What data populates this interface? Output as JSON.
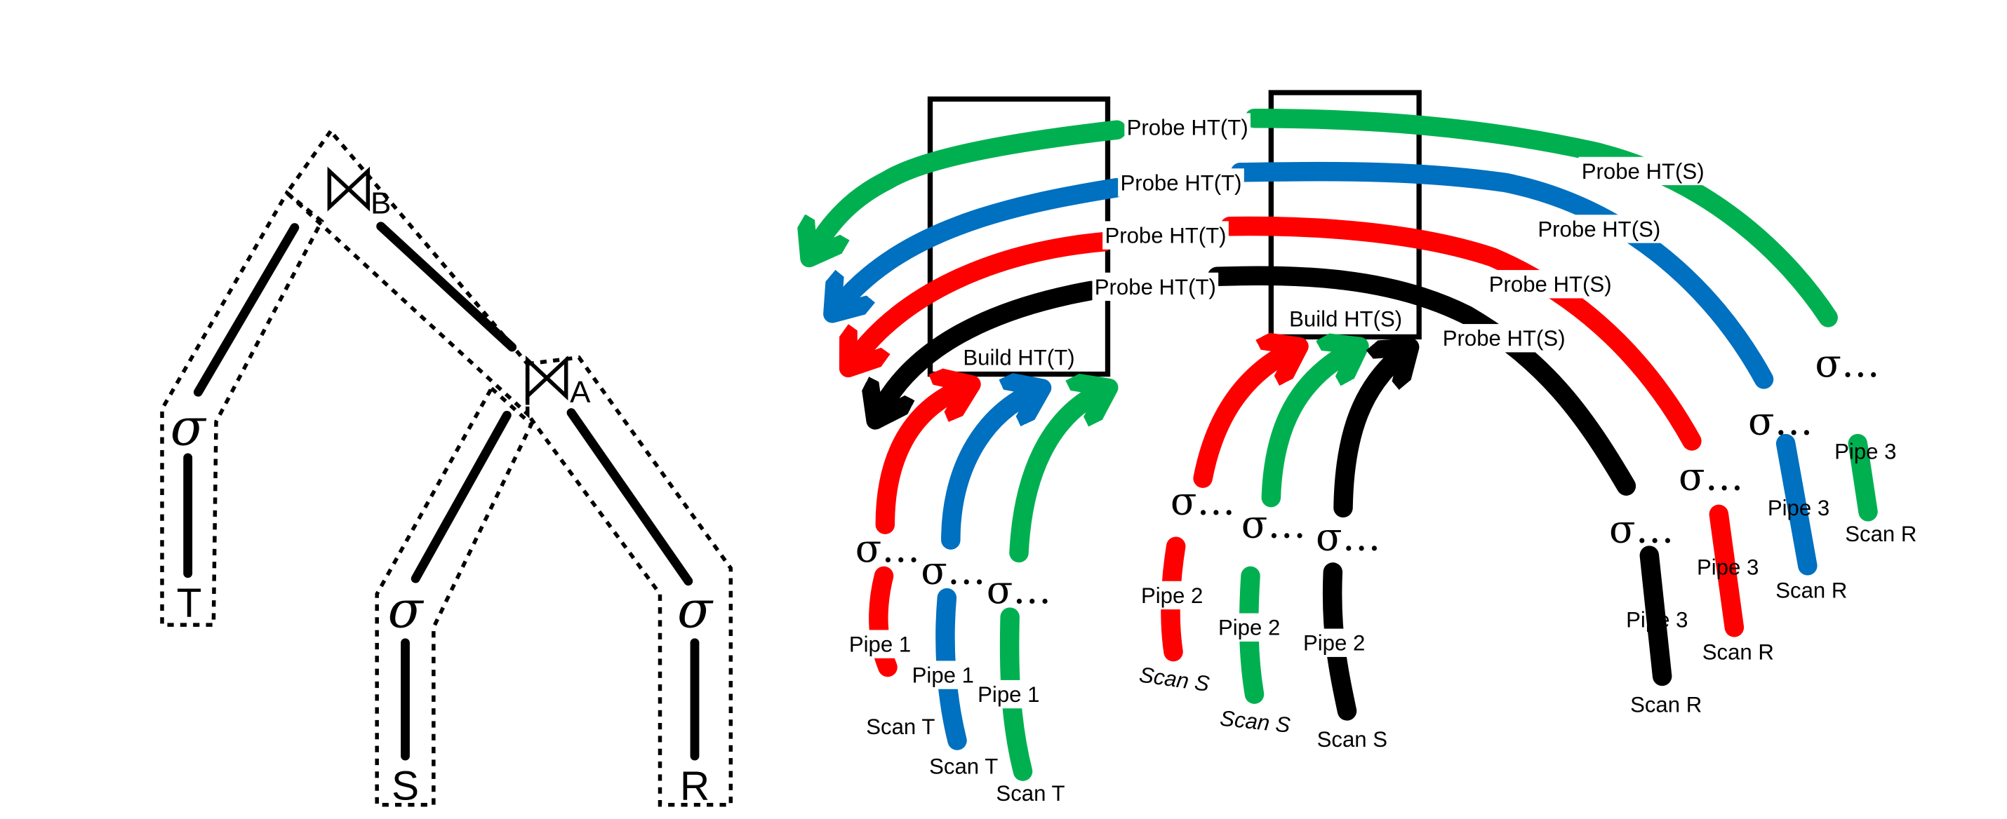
{
  "colors": {
    "red": "#ff0000",
    "blue": "#0070c0",
    "green": "#00b050",
    "black": "#000000"
  },
  "tree": {
    "join_b": "B",
    "join_a": "A",
    "sigma": "σ",
    "table_t": "T",
    "table_s": "S",
    "table_r": "R"
  },
  "build_ht_t": "Build HT(T)",
  "build_ht_s": "Build HT(S)",
  "pipe1": [
    {
      "color": "red",
      "sigma": "σ…",
      "pipe": "Pipe 1",
      "scan": "Scan T"
    },
    {
      "color": "blue",
      "sigma": "σ…",
      "pipe": "Pipe 1",
      "scan": "Scan T"
    },
    {
      "color": "green",
      "sigma": "σ…",
      "pipe": "Pipe 1",
      "scan": "Scan T"
    }
  ],
  "pipe2": [
    {
      "color": "red",
      "sigma": "σ…",
      "pipe": "Pipe 2",
      "scan": "Scan S"
    },
    {
      "color": "green",
      "sigma": "σ…",
      "pipe": "Pipe 2",
      "scan": "Scan S"
    },
    {
      "color": "black",
      "sigma": "σ…",
      "pipe": "Pipe 2",
      "scan": "Scan S"
    }
  ],
  "pipe3": [
    {
      "color": "green",
      "sigma": "σ…",
      "pipe": "Pipe 3",
      "scan": "Scan R",
      "probe_s": "Probe HT(S)",
      "probe_t": "Probe HT(T)"
    },
    {
      "color": "blue",
      "sigma": "σ…",
      "pipe": "Pipe 3",
      "scan": "Scan R",
      "probe_s": "Probe HT(S)",
      "probe_t": "Probe HT(T)"
    },
    {
      "color": "red",
      "sigma": "σ…",
      "pipe": "Pipe 3",
      "scan": "Scan R",
      "probe_s": "Probe HT(S)",
      "probe_t": "Probe HT(T)"
    },
    {
      "color": "black",
      "sigma": "σ…",
      "pipe": "Pipe 3",
      "scan": "Scan R",
      "probe_s": "Probe HT(S)",
      "probe_t": "Probe HT(T)"
    }
  ]
}
